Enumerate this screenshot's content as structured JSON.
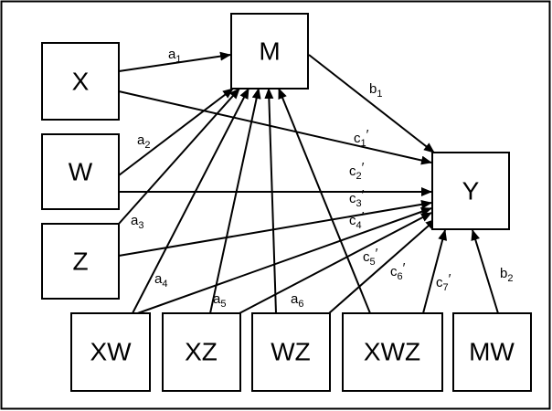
{
  "colors": {
    "stroke": "#000000",
    "background": "#ffffff"
  },
  "nodes": {
    "x": "X",
    "w": "W",
    "z": "Z",
    "m": "M",
    "y": "Y",
    "xw": "XW",
    "xz": "XZ",
    "wz": "WZ",
    "xwz": "XWZ",
    "mw": "MW"
  },
  "edges": {
    "a1": {
      "base": "a",
      "sub": "1",
      "prime": ""
    },
    "a2": {
      "base": "a",
      "sub": "2",
      "prime": ""
    },
    "a3": {
      "base": "a",
      "sub": "3",
      "prime": ""
    },
    "a4": {
      "base": "a",
      "sub": "4",
      "prime": ""
    },
    "a5": {
      "base": "a",
      "sub": "5",
      "prime": ""
    },
    "a6": {
      "base": "a",
      "sub": "6",
      "prime": ""
    },
    "b1": {
      "base": "b",
      "sub": "1",
      "prime": ""
    },
    "b2": {
      "base": "b",
      "sub": "2",
      "prime": ""
    },
    "c1": {
      "base": "c",
      "sub": "1",
      "prime": "′"
    },
    "c2": {
      "base": "c",
      "sub": "2",
      "prime": "′"
    },
    "c3": {
      "base": "c",
      "sub": "3",
      "prime": "′"
    },
    "c4": {
      "base": "c",
      "sub": "4",
      "prime": "′"
    },
    "c5": {
      "base": "c",
      "sub": "5",
      "prime": "′"
    },
    "c6": {
      "base": "c",
      "sub": "6",
      "prime": "′"
    },
    "c7": {
      "base": "c",
      "sub": "7",
      "prime": "′"
    }
  }
}
